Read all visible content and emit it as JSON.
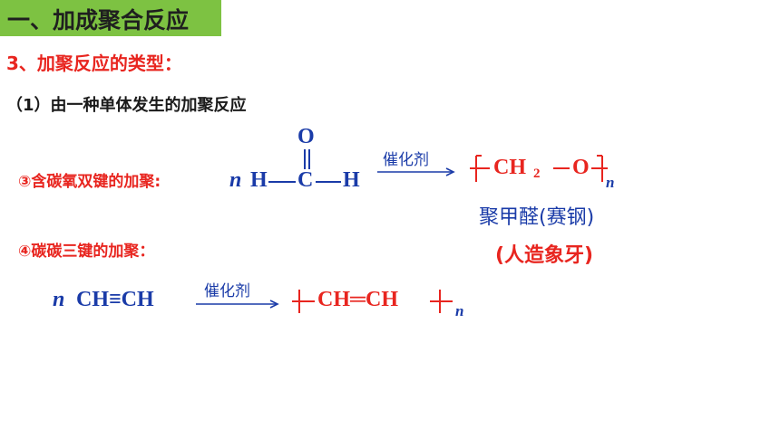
{
  "header": {
    "title": "一、加成聚合反应"
  },
  "section": {
    "heading": "3、加聚反应的类型：",
    "subheading": "（1）由一种单体发生的加聚反应"
  },
  "example3": {
    "label": "③含碳氧双键的加聚:",
    "coef": "n",
    "reactant_left_h": "H",
    "reactant_c": "C",
    "reactant_right_h": "H",
    "reactant_o": "O",
    "catalyst": "催化剂",
    "product_ch": "CH",
    "product_sub": "2",
    "product_o": "O",
    "product_n": "n",
    "product_name": "聚甲醛(赛钢)",
    "product_alias": "(人造象牙)"
  },
  "example4": {
    "label": "④碳碳三键的加聚：",
    "coef": "n",
    "reactant": "CH≡CH",
    "catalyst": "催化剂",
    "product": "CH═CH",
    "product_n": "n"
  },
  "colors": {
    "title_bg": "#7dc242",
    "red": "#e8251f",
    "blue": "#1a3ba8"
  }
}
